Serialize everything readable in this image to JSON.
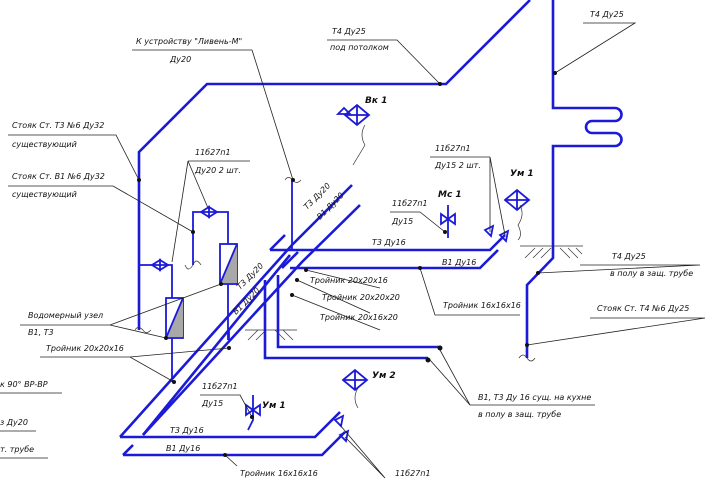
{
  "labels": {
    "livenj": "К устройству \"Ливень-М\"",
    "livenj_dn": "Ду20",
    "t4_top": "Т4  Ду25",
    "t4_top_sub": "под потолком",
    "t4_right": "Т4  Ду25",
    "vk1": "Вк 1",
    "riser_t3": "Стояк Ст. Т3 №6 Ду32",
    "riser_t3_sub": "существующий",
    "riser_b1": "Стояк Ст. В1 №6 Ду32",
    "riser_b1_sub": "существующий",
    "valve_a": "11б27п1",
    "valve_a_sub": "Ду20  2 шт.",
    "valve_b": "11б27п1",
    "valve_b_sub": "Ду15  2 шт.",
    "valve_c": "11б27п1",
    "valve_c_sub": "Ду15",
    "valve_d": "11б27п1",
    "valve_d_sub": "Ду15",
    "valve_e": "11б27п1",
    "mc1": "Мс 1",
    "um1_top": "Ум 1",
    "um1_bottom": "Ум 1",
    "um2": "Ум 2",
    "t3_du20": "Т3 Ду20",
    "b1_du20": "В1 Ду20",
    "t3_du16_top": "Т3 Ду16",
    "b1_du16_top": "В1 Ду16",
    "t3_du16_bottom": "Т3 Ду16",
    "b1_du16_bottom": "В1 Ду16",
    "tee_20_20_16": "Тройник 20х20х16",
    "tee_20_20_20": "Тройник 20х20х20",
    "tee_20_16_20": "Тройник 20х16х20",
    "tee_16_16_16": "Тройник 16х16х16",
    "tee_16_16_16_bottom": "Тройник 16х16х16",
    "tee_left": "Тройник 20х20х16",
    "t4_floor": "Т4  Ду25",
    "t4_floor_sub": "в полу в защ. трубе",
    "riser_t4": "Стояк Ст. Т4 №6 Ду25",
    "meter_unit": "Водомерный узел",
    "meter_unit_sub": "В1, Т3",
    "elbow": "к 90° ВР-ВР",
    "left_du20": "з Ду20",
    "left_pipe": "т. трубе",
    "existing": "В1, Т3 Ду 16 сущ. на кухне",
    "existing_sub": "в полу в защ. трубе"
  },
  "colors": {
    "pipe": "#1a1ad8",
    "leader": "#222222"
  }
}
